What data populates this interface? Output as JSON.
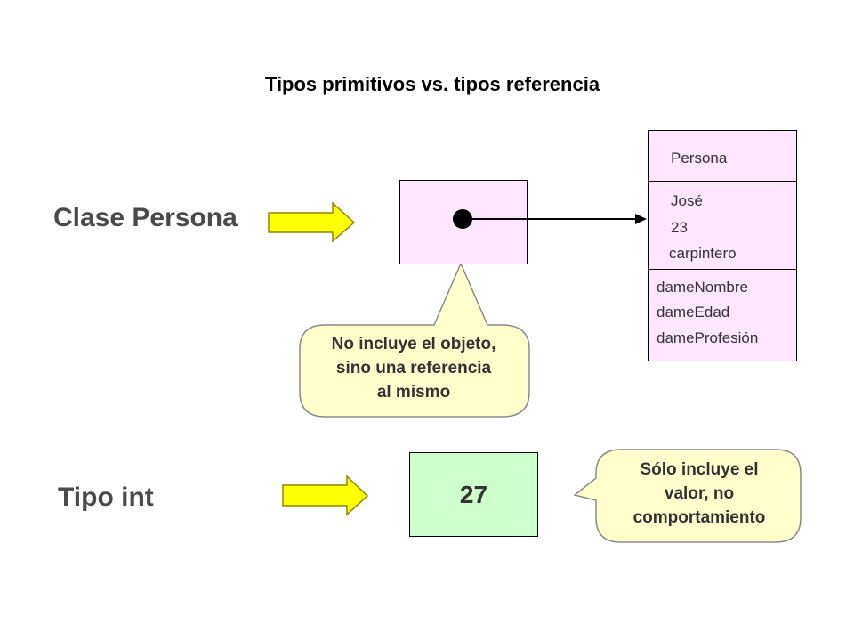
{
  "title": "Tipos primitivos vs. tipos referencia",
  "labels": {
    "clase_persona": "Clase Persona",
    "tipo_int": "Tipo int"
  },
  "int_value": "27",
  "object": {
    "class_name": "Persona",
    "attributes": [
      "José",
      "23",
      "carpintero"
    ],
    "methods": [
      "dameNombre",
      "dameEdad",
      "dameProfesión"
    ]
  },
  "callouts": {
    "reference": [
      "No incluye el objeto,",
      "sino una referencia",
      "al mismo"
    ],
    "value": [
      "Sólo incluye el",
      "valor, no",
      "comportamiento"
    ]
  },
  "colors": {
    "arrow_fill": "#ffff00",
    "arrow_stroke": "#8a8a00",
    "reference_box": "#ffe6ff",
    "value_box": "#ccffcc",
    "callout_fill": "#ffffcc",
    "label_text": "#4a4a4a"
  }
}
